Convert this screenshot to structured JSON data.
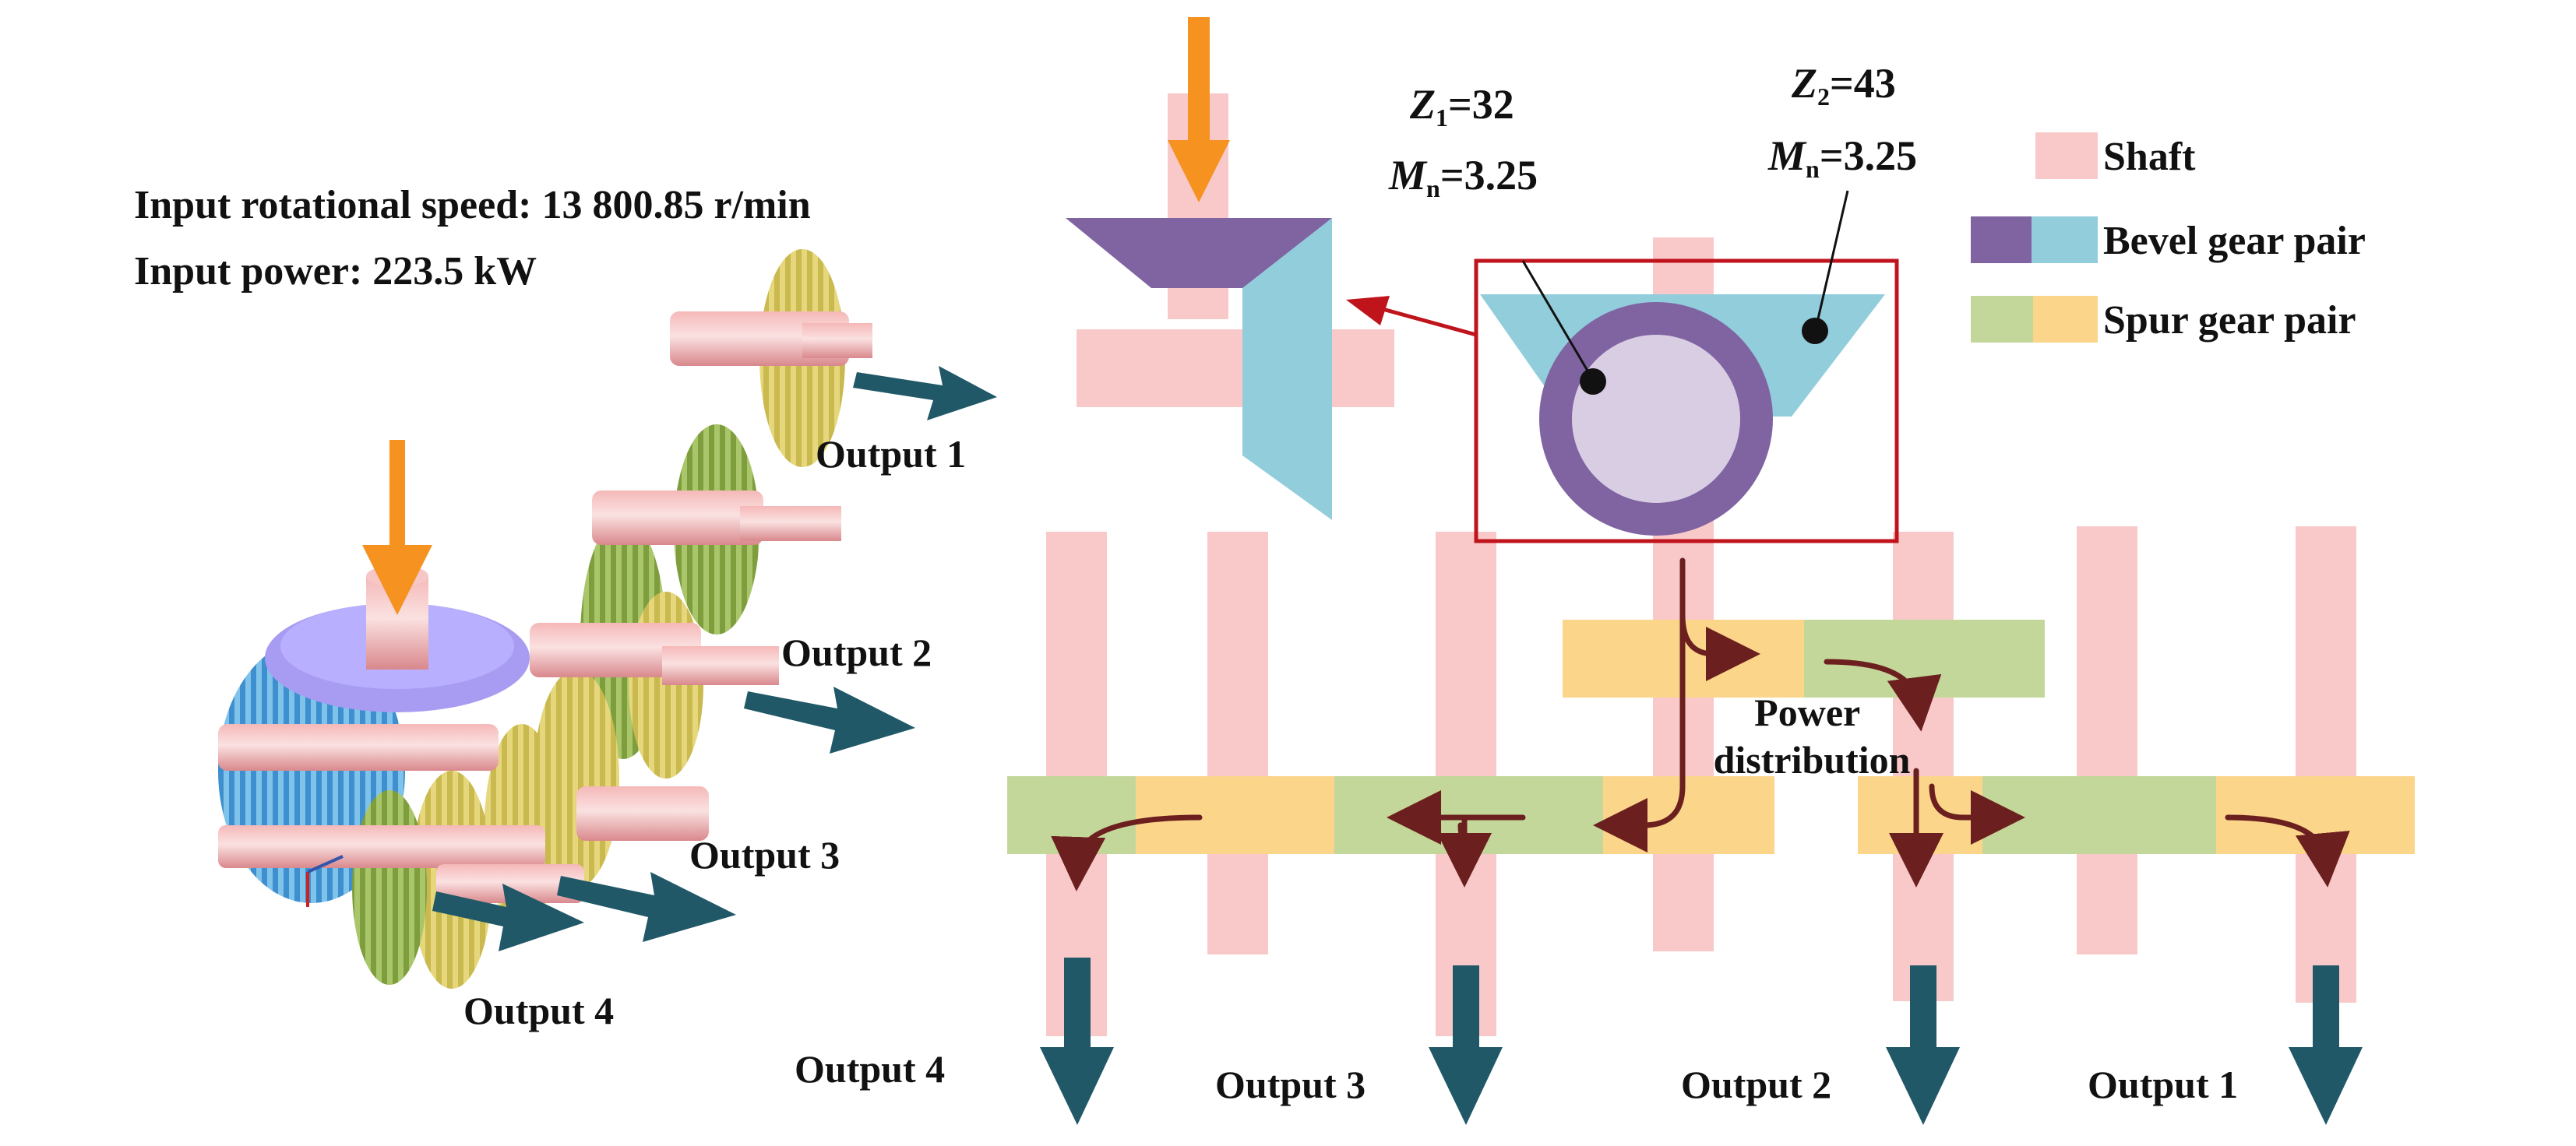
{
  "info": {
    "speed": "Input rotational speed: 13 800.85 r/min",
    "power": "Input power: 223.5 kW"
  },
  "gear1": {
    "z_sym": "Z",
    "z_sub": "1",
    "z_val": "=32",
    "m_sym": "M",
    "m_sub": "n",
    "m_val": "=3.25"
  },
  "gear2": {
    "z_sym": "Z",
    "z_sub": "2",
    "z_val": "=43",
    "m_sym": "M",
    "m_sub": "n",
    "m_val": "=3.25"
  },
  "legend": {
    "shaft": "Shaft",
    "bevel": "Bevel gear pair",
    "spur": "Spur gear pair"
  },
  "power_distribution": {
    "line1": "Power",
    "line2": "distribution"
  },
  "outputs_3d": [
    "Output 1",
    "Output 2",
    "Output 3",
    "Output 4"
  ],
  "outputs_schematic": [
    "Output 4",
    "Output 3",
    "Output 2",
    "Output 1"
  ],
  "colors": {
    "shaft": "#f9c9c9",
    "bevel_purple": "#8064a2",
    "bevel_blue": "#92cddc",
    "spur_green": "#c4d79b",
    "spur_yellow": "#fad58a",
    "input_arrow": "#f59220",
    "output_arrow": "#215868",
    "flow_arrow": "#6b1f1f",
    "highlight": "#c0141c"
  }
}
